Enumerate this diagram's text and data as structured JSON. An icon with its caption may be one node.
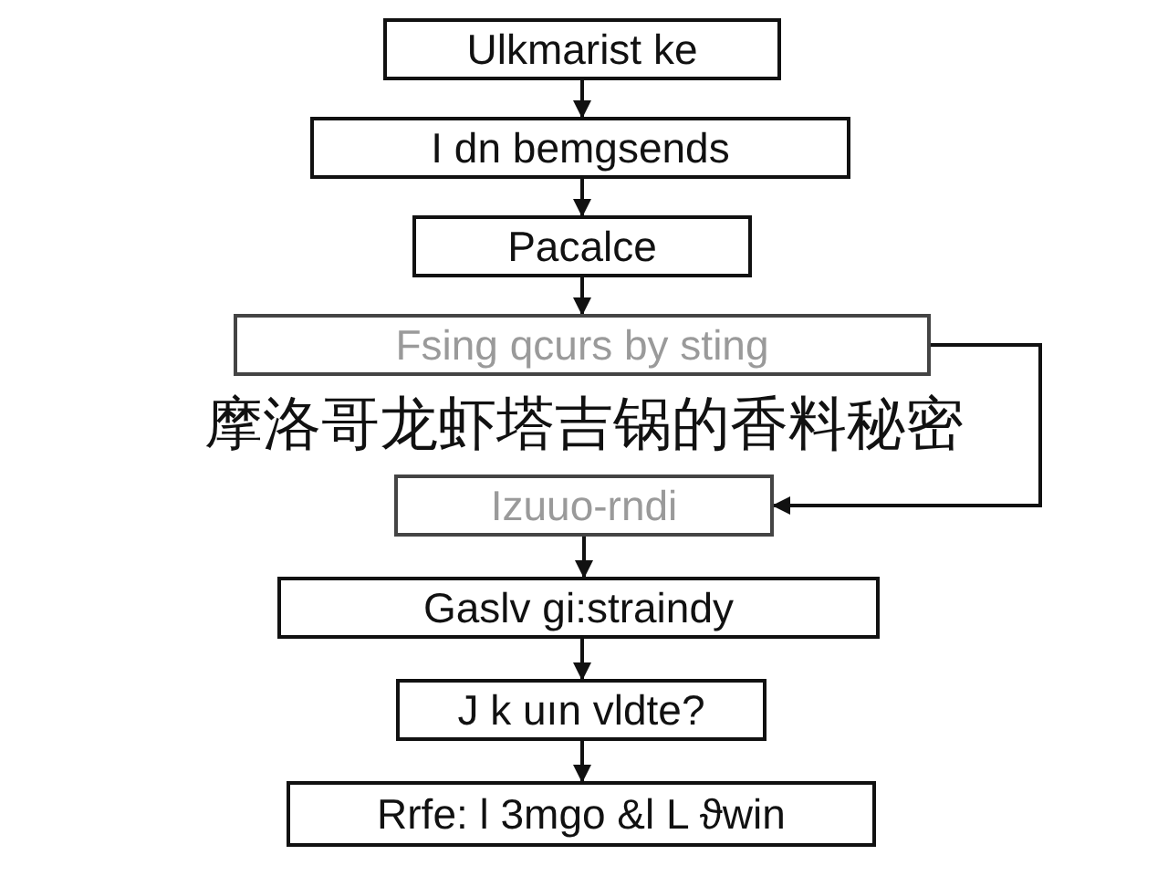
{
  "diagram": {
    "title": "摩洛哥龙虾塔吉锅的香料秘密",
    "nodes": [
      {
        "text": [
          "Ulkmarist ke"
        ]
      },
      {
        "text": [
          "I dn bemgsends"
        ]
      },
      {
        "text": [
          "Pacalce"
        ]
      },
      {
        "text": [
          "Fsing qcurs by sting"
        ]
      },
      {
        "text": [
          "Izuuo-rndi"
        ]
      },
      {
        "text": [
          "Gaslv gi:straindy"
        ]
      },
      {
        "text": [
          "J k uın vldte?"
        ]
      },
      {
        "text": [
          "Rrfe: l 3mgo &l L ϑwin"
        ]
      }
    ],
    "edges": [
      {
        "from": 0,
        "to": 1,
        "arrow": "to"
      },
      {
        "from": 1,
        "to": 2,
        "arrow": "to"
      },
      {
        "from": 2,
        "to": 3,
        "arrow": "to"
      },
      {
        "from": 3,
        "to": 4,
        "arrow": "to"
      },
      {
        "from": 4,
        "to": 5,
        "arrow": "to"
      },
      {
        "from": 5,
        "to": 6,
        "arrow": "to"
      },
      {
        "from": 6,
        "to": 7,
        "arrow": "to"
      }
    ]
  }
}
